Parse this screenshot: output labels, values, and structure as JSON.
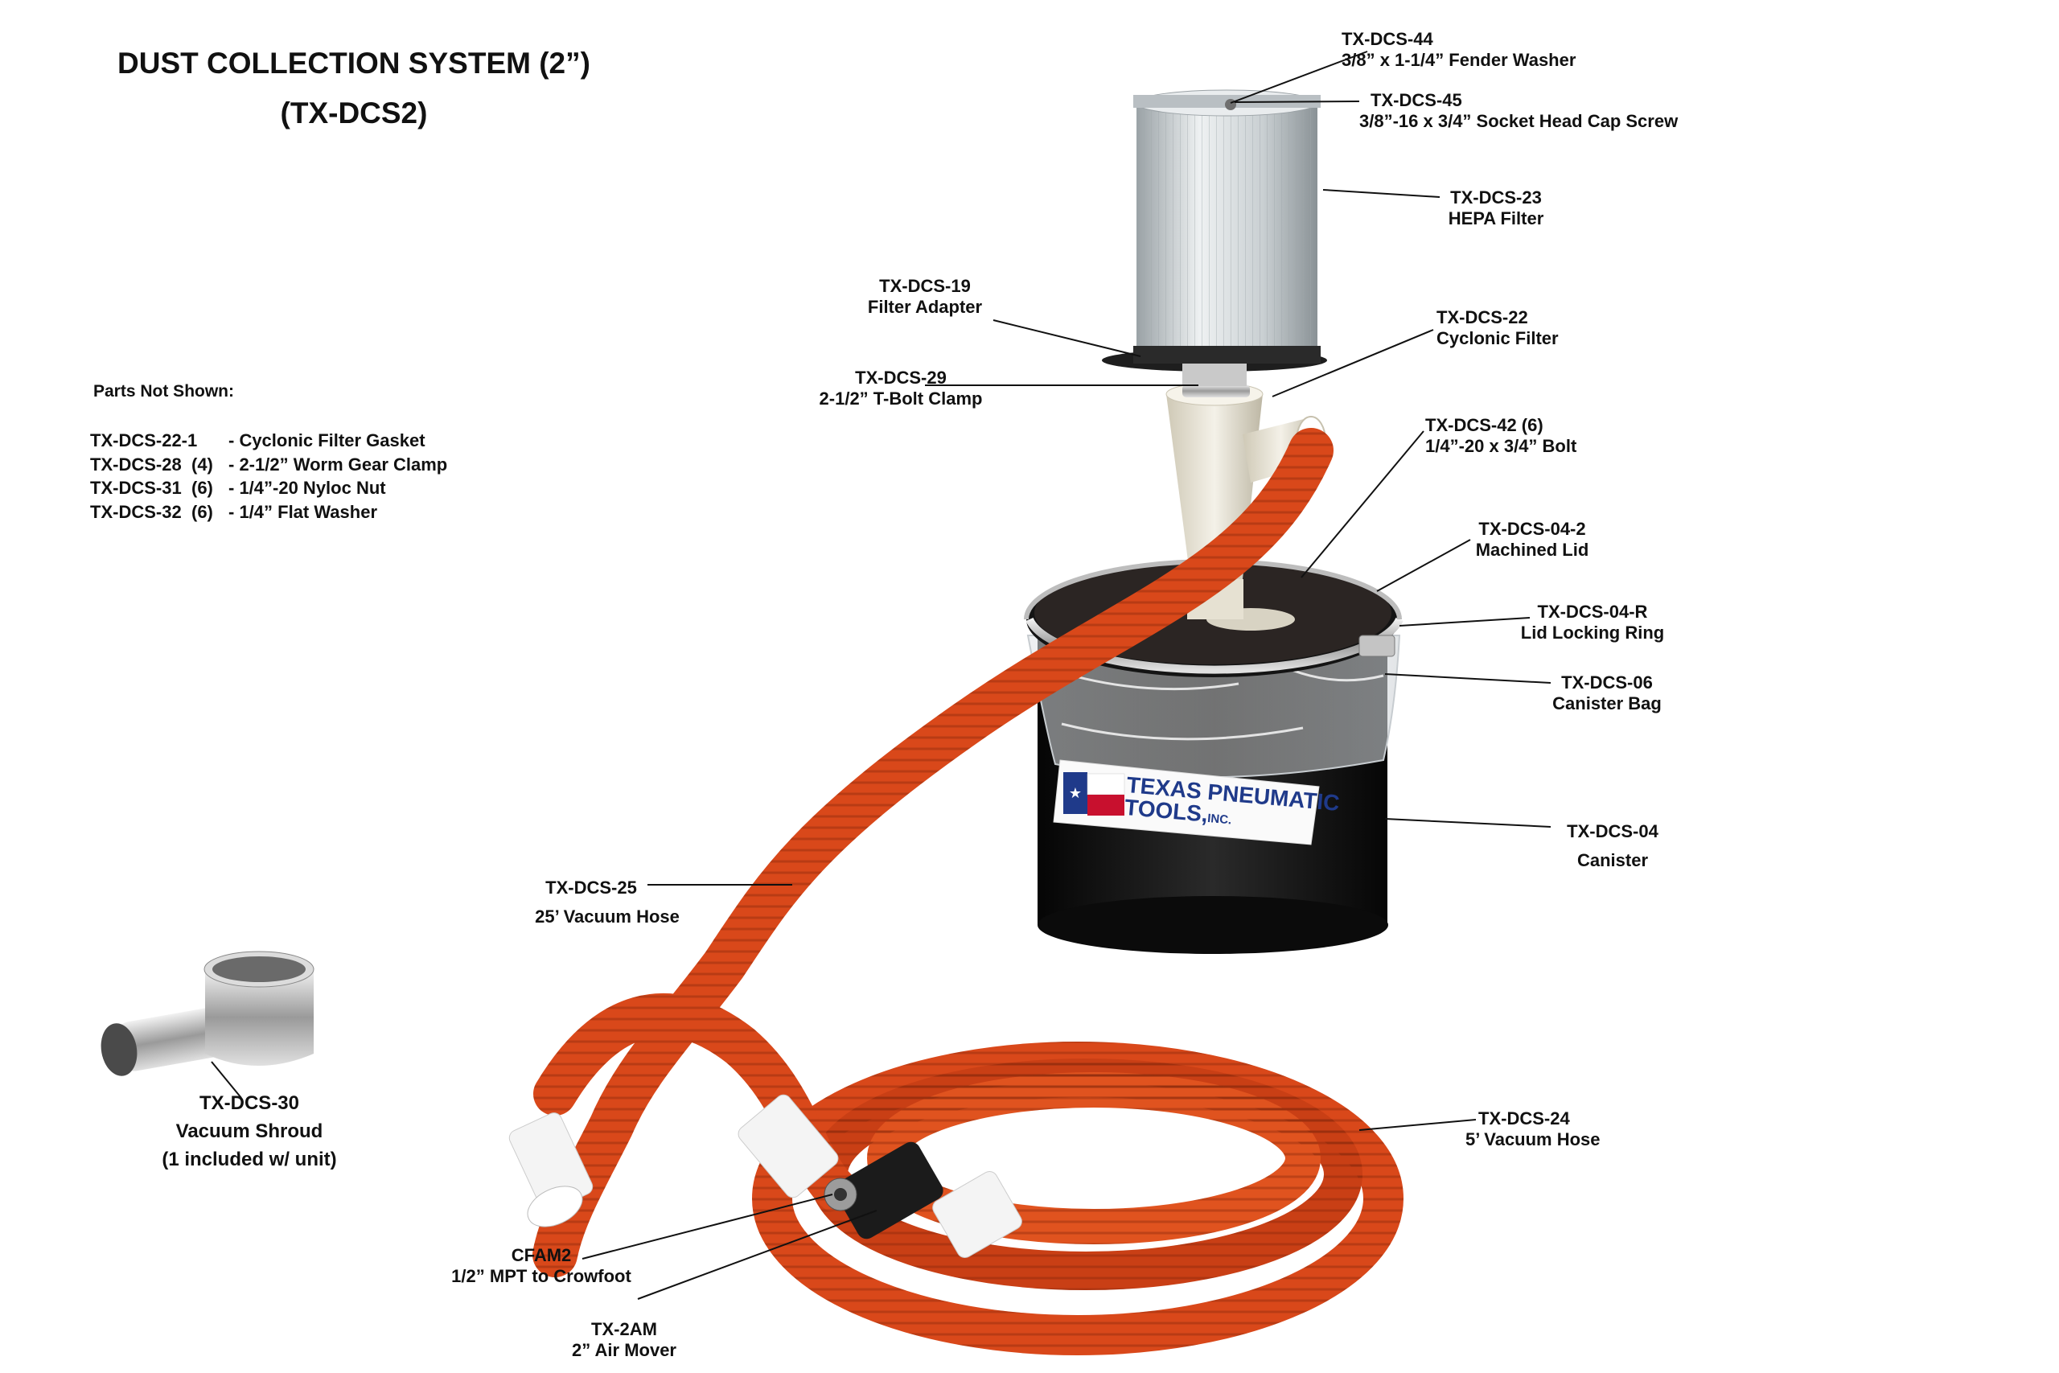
{
  "title": {
    "line1": "DUST COLLECTION SYSTEM (2”)",
    "line2": "(TX-DCS2)"
  },
  "parts_not_shown": {
    "heading": "Parts Not Shown:",
    "rows": [
      {
        "part": "TX-DCS-22-1",
        "qty": "",
        "desc": "-  Cyclonic Filter Gasket"
      },
      {
        "part": "TX-DCS-28",
        "qty": "(4)",
        "desc": "-  2-1/2” Worm Gear Clamp"
      },
      {
        "part": "TX-DCS-31",
        "qty": "(6)",
        "desc": "-  1/4”-20 Nyloc Nut"
      },
      {
        "part": "TX-DCS-32",
        "qty": "(6)",
        "desc": "-  1/4” Flat Washer"
      }
    ]
  },
  "callouts": {
    "dcs44": {
      "part": "TX-DCS-44",
      "desc": "3/8” x 1-1/4” Fender Washer"
    },
    "dcs45": {
      "part": "TX-DCS-45",
      "desc": "3/8”-16 x 3/4” Socket Head Cap Screw"
    },
    "dcs23": {
      "part": "TX-DCS-23",
      "desc": "HEPA Filter"
    },
    "dcs19": {
      "part": "TX-DCS-19",
      "desc": "Filter Adapter"
    },
    "dcs22": {
      "part": "TX-DCS-22",
      "desc": "Cyclonic Filter"
    },
    "dcs29": {
      "part": "TX-DCS-29",
      "desc": "2-1/2” T-Bolt Clamp"
    },
    "dcs42": {
      "part": "TX-DCS-42  (6)",
      "desc": "1/4”-20 x 3/4” Bolt"
    },
    "dcs042": {
      "part": "TX-DCS-04-2",
      "desc": "Machined Lid"
    },
    "dcs04r": {
      "part": "TX-DCS-04-R",
      "desc": "Lid Locking Ring"
    },
    "dcs06": {
      "part": "TX-DCS-06",
      "desc": "Canister Bag"
    },
    "dcs04": {
      "part": "TX-DCS-04",
      "desc": "Canister"
    },
    "dcs25": {
      "part": "TX-DCS-25",
      "desc": "25’ Vacuum Hose"
    },
    "dcs24": {
      "part": "TX-DCS-24",
      "desc": "5’ Vacuum Hose"
    },
    "cfam2": {
      "part": "CFAM2",
      "desc": "1/2” MPT to Crowfoot"
    },
    "tx2am": {
      "part": "TX-2AM",
      "desc": "2” Air Mover"
    },
    "dcs30": {
      "part": "TX-DCS-30",
      "desc": "Vacuum Shroud",
      "note": "(1 included w/ unit)"
    }
  },
  "logo": {
    "line1": "TEXAS PNEUMATIC",
    "line2": "TOOLS,",
    "line2_small": "INC."
  },
  "colors": {
    "hose": "#d9481a",
    "hose_dark": "#a8300c",
    "canister": "#1b1b1b",
    "filter": "#d8dde0",
    "cyclone": "#ece8dc"
  }
}
